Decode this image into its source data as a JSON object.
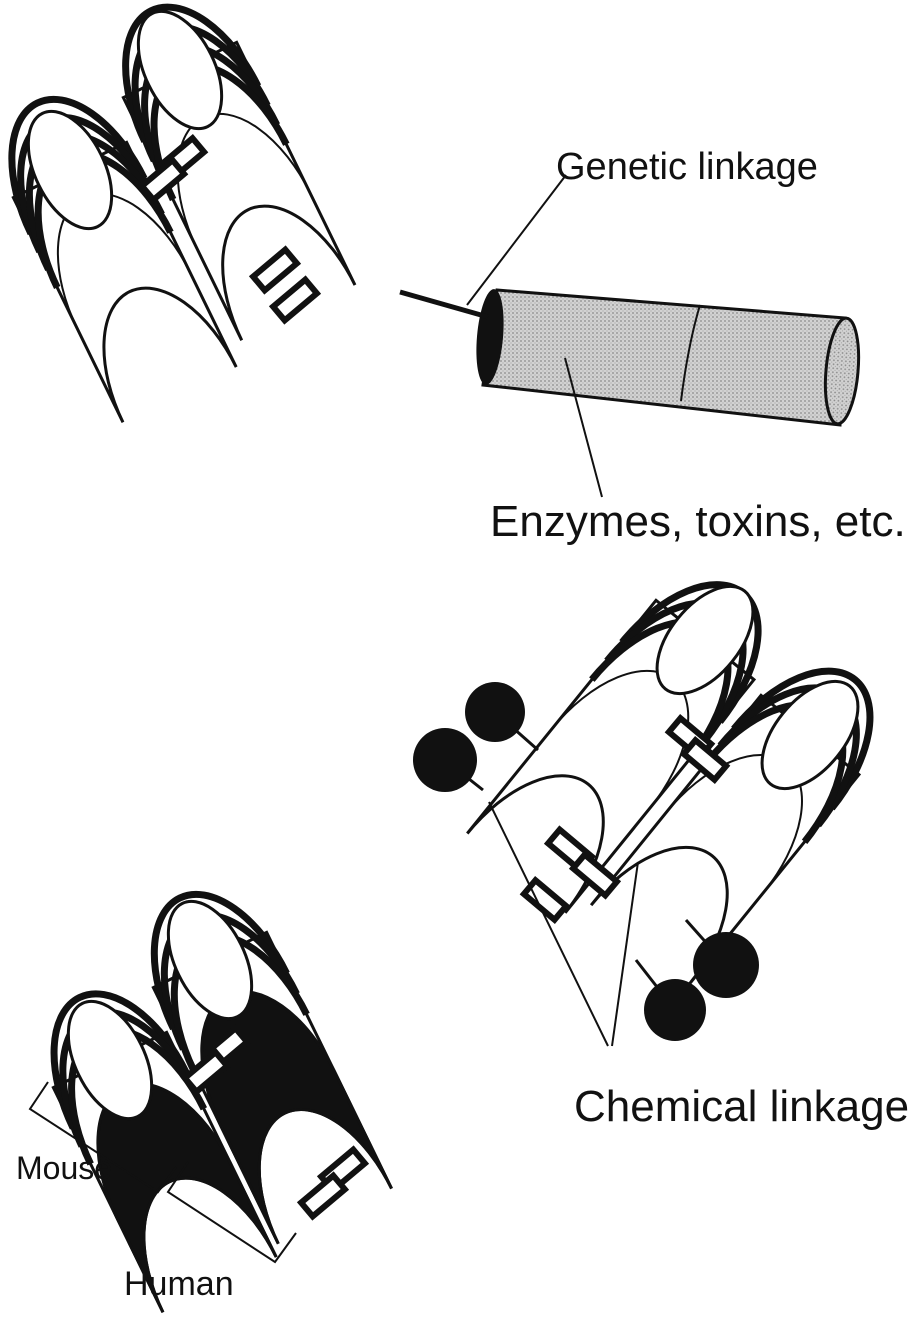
{
  "labels": {
    "genetic_linkage": "Genetic linkage",
    "enzymes": "Enzymes, toxins, etc.",
    "chemical_linkage": "Chemical linkage",
    "mouse": "Mouse",
    "human": "Human"
  },
  "colors": {
    "ink": "#111111",
    "fusion_fill": "#c9c9c9",
    "human_region": "#111111",
    "background": "#ffffff"
  },
  "panels": [
    {
      "name": "antibody-enzyme-fusion",
      "linkage": "genetic"
    },
    {
      "name": "antibody-conjugate",
      "linkage": "chemical",
      "attached_molecules": 4
    },
    {
      "name": "chimeric-antibody",
      "regions": [
        "Mouse",
        "Human"
      ]
    }
  ]
}
